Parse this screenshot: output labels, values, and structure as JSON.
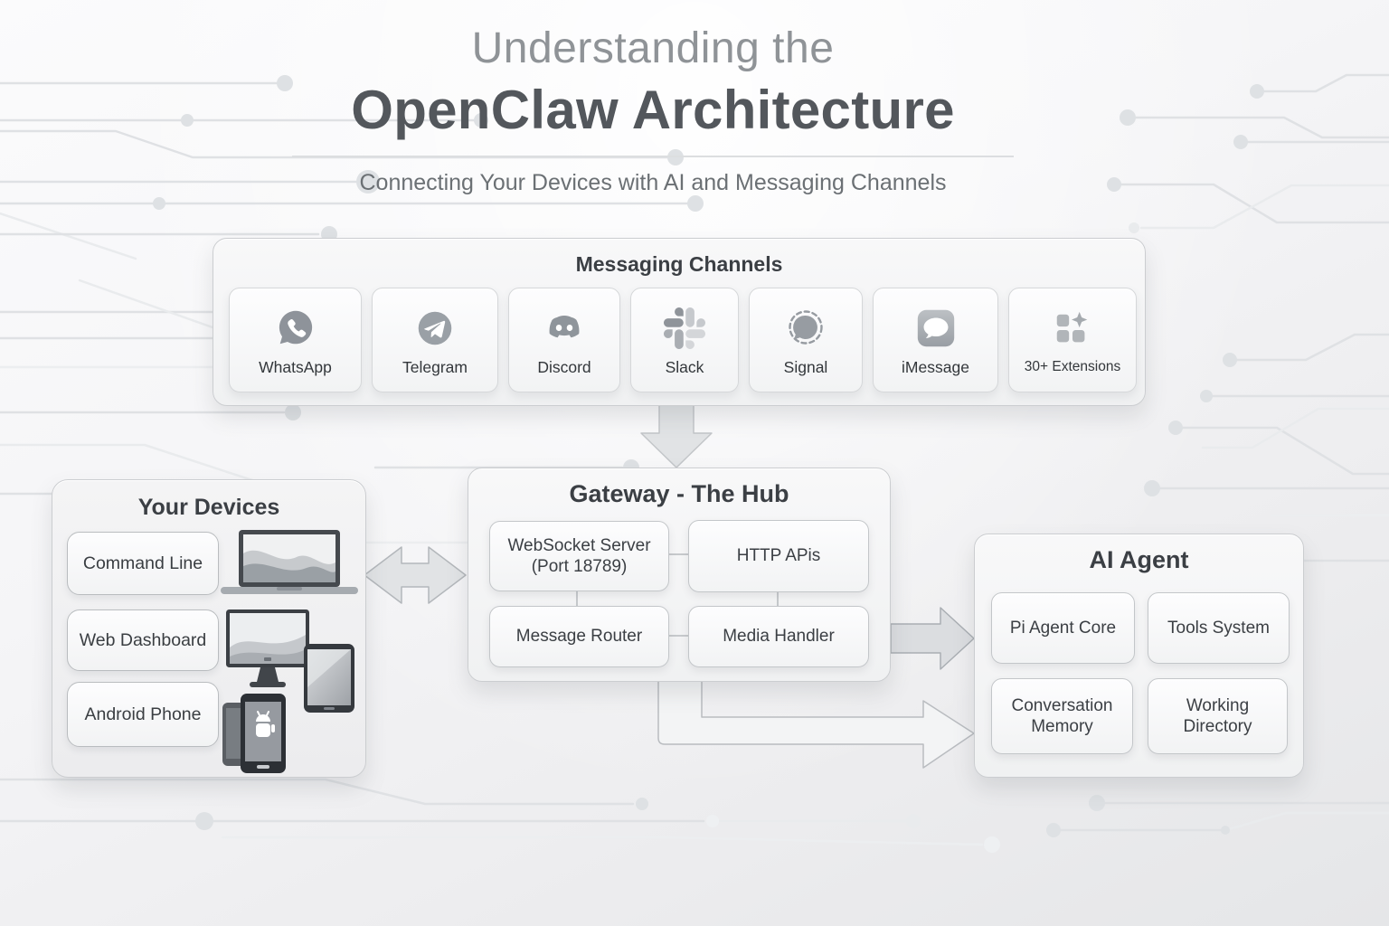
{
  "header": {
    "title_line1": "Understanding the",
    "title_line2": "OpenClaw Architecture",
    "subtitle": "Connecting Your Devices with AI and Messaging Channels"
  },
  "messaging": {
    "title": "Messaging Channels",
    "channels": [
      {
        "label": "WhatsApp",
        "icon": "whatsapp-icon"
      },
      {
        "label": "Telegram",
        "icon": "telegram-icon"
      },
      {
        "label": "Discord",
        "icon": "discord-icon"
      },
      {
        "label": "Slack",
        "icon": "slack-icon"
      },
      {
        "label": "Signal",
        "icon": "signal-icon"
      },
      {
        "label": "iMessage",
        "icon": "imessage-icon"
      },
      {
        "label": "30+ Extensions",
        "icon": "extensions-grid-icon"
      }
    ]
  },
  "devices": {
    "title": "Your Devices",
    "items": [
      "Command Line",
      "Web Dashboard",
      "Android Phone"
    ],
    "illustrations": [
      "laptop",
      "desktop-monitor",
      "tablet",
      "android-phones"
    ]
  },
  "gateway": {
    "title": "Gateway - The Hub",
    "components": [
      {
        "label": "WebSocket Server",
        "sub": "(Port 18789)"
      },
      {
        "label": "HTTP APis",
        "sub": ""
      },
      {
        "label": "Message Router",
        "sub": ""
      },
      {
        "label": "Media Handler",
        "sub": ""
      }
    ]
  },
  "agent": {
    "title": "AI Agent",
    "components": [
      "Pi Agent Core",
      "Tools System",
      "Conversation Memory",
      "Working Directory"
    ]
  },
  "arrows": [
    "messaging-to-gateway-down",
    "devices-gateway-bidirectional",
    "gateway-to-agent-filled",
    "gateway-to-agent-bent"
  ],
  "colors": {
    "title_light": "#8f9397",
    "title_dark": "#53575c",
    "panel_bg": "#f4f4f6",
    "node_border": "#c3c6c9",
    "arrow_fill": "#e1e3e5",
    "circuit_trace": "#dfe1e4",
    "icon_gray": "#8f949a"
  }
}
